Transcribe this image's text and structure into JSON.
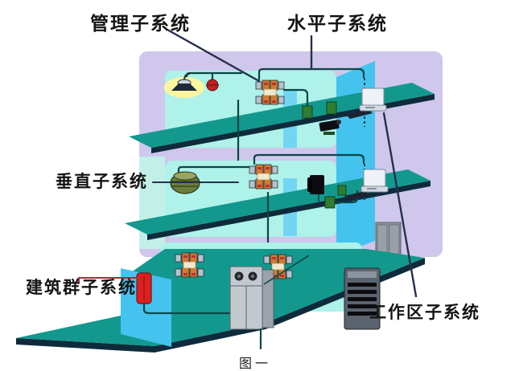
{
  "figure": {
    "caption": "图一",
    "labels": {
      "management": "管理子系统",
      "horizontal": "水平子系统",
      "vertical": "垂直子系统",
      "campus": "建筑群子系统",
      "work_area": "工作区子系统"
    }
  },
  "colors": {
    "background_panel": "#cfc7ec",
    "side_wall": "#c2f0e9",
    "room_wall": "#aef2ea",
    "partition_wall": "#72d6f2",
    "shaft_wall": "#44c3ef",
    "floor_slab": "#13988e",
    "slab_edge": "#0e2b3c",
    "cable": "#0b4644",
    "cable_dashed": "#173d52",
    "pointer_line": "#26304a",
    "campus_line": "#a03236",
    "patch_module": "#cf7a30",
    "alarm_red": "#c22222",
    "riser_red": "#df1f1f",
    "lamp_glow": "#fdf6a0",
    "device_green": "#2e7d32",
    "label_text": "#141414"
  }
}
